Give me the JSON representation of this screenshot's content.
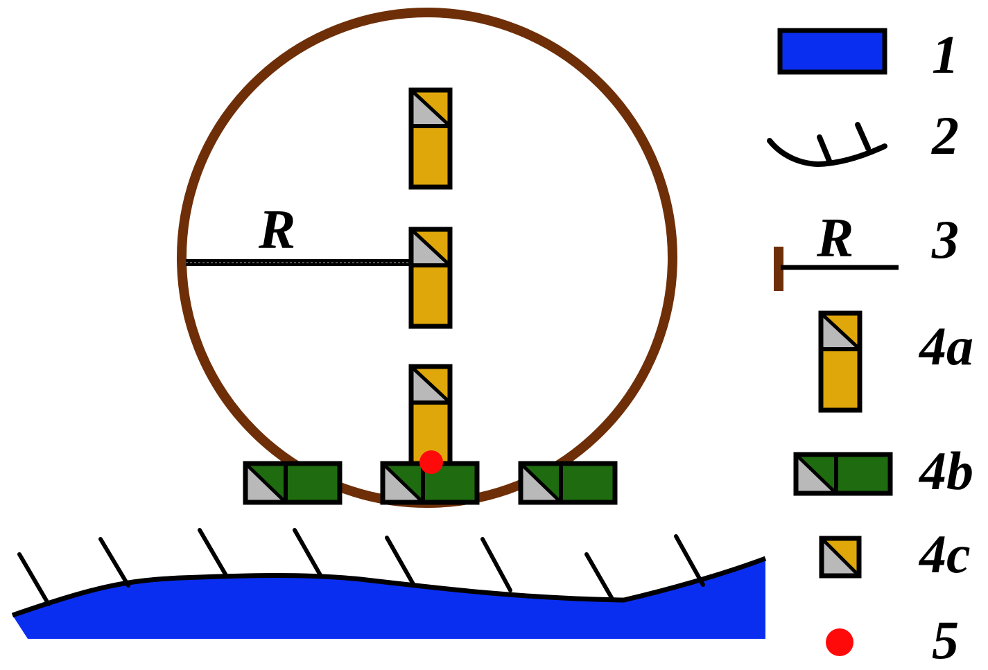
{
  "diagram": {
    "radius_label": "R",
    "colors": {
      "water": "#0a2ef0",
      "circle": "#6e2f08",
      "device_yellow": "#e0a70b",
      "device_green": "#1f6b10",
      "device_gray": "#b9b9b9",
      "center_point": "#ff0a0a",
      "stroke": "#000000"
    },
    "legend": [
      {
        "key": "1",
        "label": "1",
        "symbol": "water-body"
      },
      {
        "key": "2",
        "label": "2",
        "symbol": "shoreline"
      },
      {
        "key": "3",
        "label": "3",
        "symbol": "radius",
        "symbol_text": "R"
      },
      {
        "key": "4a",
        "label": "4a",
        "symbol": "vertical-device"
      },
      {
        "key": "4b",
        "label": "4b",
        "symbol": "horizontal-device"
      },
      {
        "key": "4c",
        "label": "4c",
        "symbol": "sensor-cell"
      },
      {
        "key": "5",
        "label": "5",
        "symbol": "center-point"
      }
    ]
  }
}
